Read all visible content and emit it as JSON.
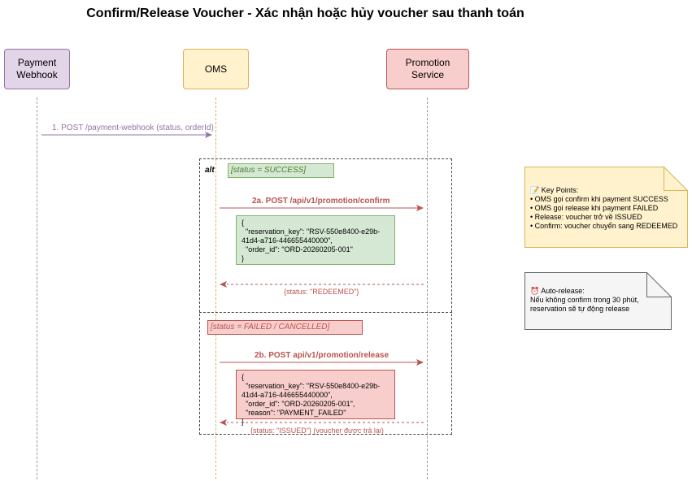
{
  "title": "Confirm/Release Voucher - Xác nhận hoặc hủy voucher sau thanh toán",
  "actors": {
    "webhook": "Payment\nWebhook",
    "oms": "OMS",
    "promotion": "Promotion\nService"
  },
  "colors": {
    "webhook_fill": "#e1d5e7",
    "webhook_stroke": "#9673a6",
    "oms_fill": "#fff2cc",
    "oms_stroke": "#d6b656",
    "promotion_fill": "#f8cecc",
    "promotion_stroke": "#b85450",
    "success_fill": "#d5e8d4",
    "success_stroke": "#82b366",
    "success_text": "#4d7c2a",
    "fail_text": "#b85450",
    "note_fill": "#fff2cc",
    "note_stroke": "#d6b656"
  },
  "messages": {
    "webhook": "1. POST /payment-webhook (status, orderId)",
    "confirm": "2a. POST /api/v1/promotion/confirm",
    "confirm_response": "{status: \"REDEEMED\"}",
    "release": "2b. POST api/v1/promotion/release",
    "release_response": "{status: \"ISSUED\"} (voucher được trả lại)"
  },
  "alt": {
    "label": "alt",
    "success_guard": "[status = SUCCESS]",
    "fail_guard": "[status = FAILED / CANCELLED]"
  },
  "payloads": {
    "confirm": "{\n  \"reservation_key\": \"RSV-550e8400-e29b-\n41d4-a716-446655440000\",\n  \"order_id\": \"ORD-20260205-001\"\n}",
    "release": "{\n  \"reservation_key\": \"RSV-550e8400-e29b-\n41d4-a716-446655440000\",\n  \"order_id\": \"ORD-20260205-001\",\n  \"reason\": \"PAYMENT_FAILED\"\n}"
  },
  "notes": {
    "key_points": "📝 Key Points:\n• OMS gọi confirm khi payment SUCCESS\n• OMS gọi release khi payment FAILED\n• Release: voucher trở về ISSUED\n• Confirm: voucher chuyển sang REDEEMED",
    "auto_release": "⏰ Auto-release:\nNếu không confirm trong 30 phút,\nreservation sẽ tự động release"
  }
}
